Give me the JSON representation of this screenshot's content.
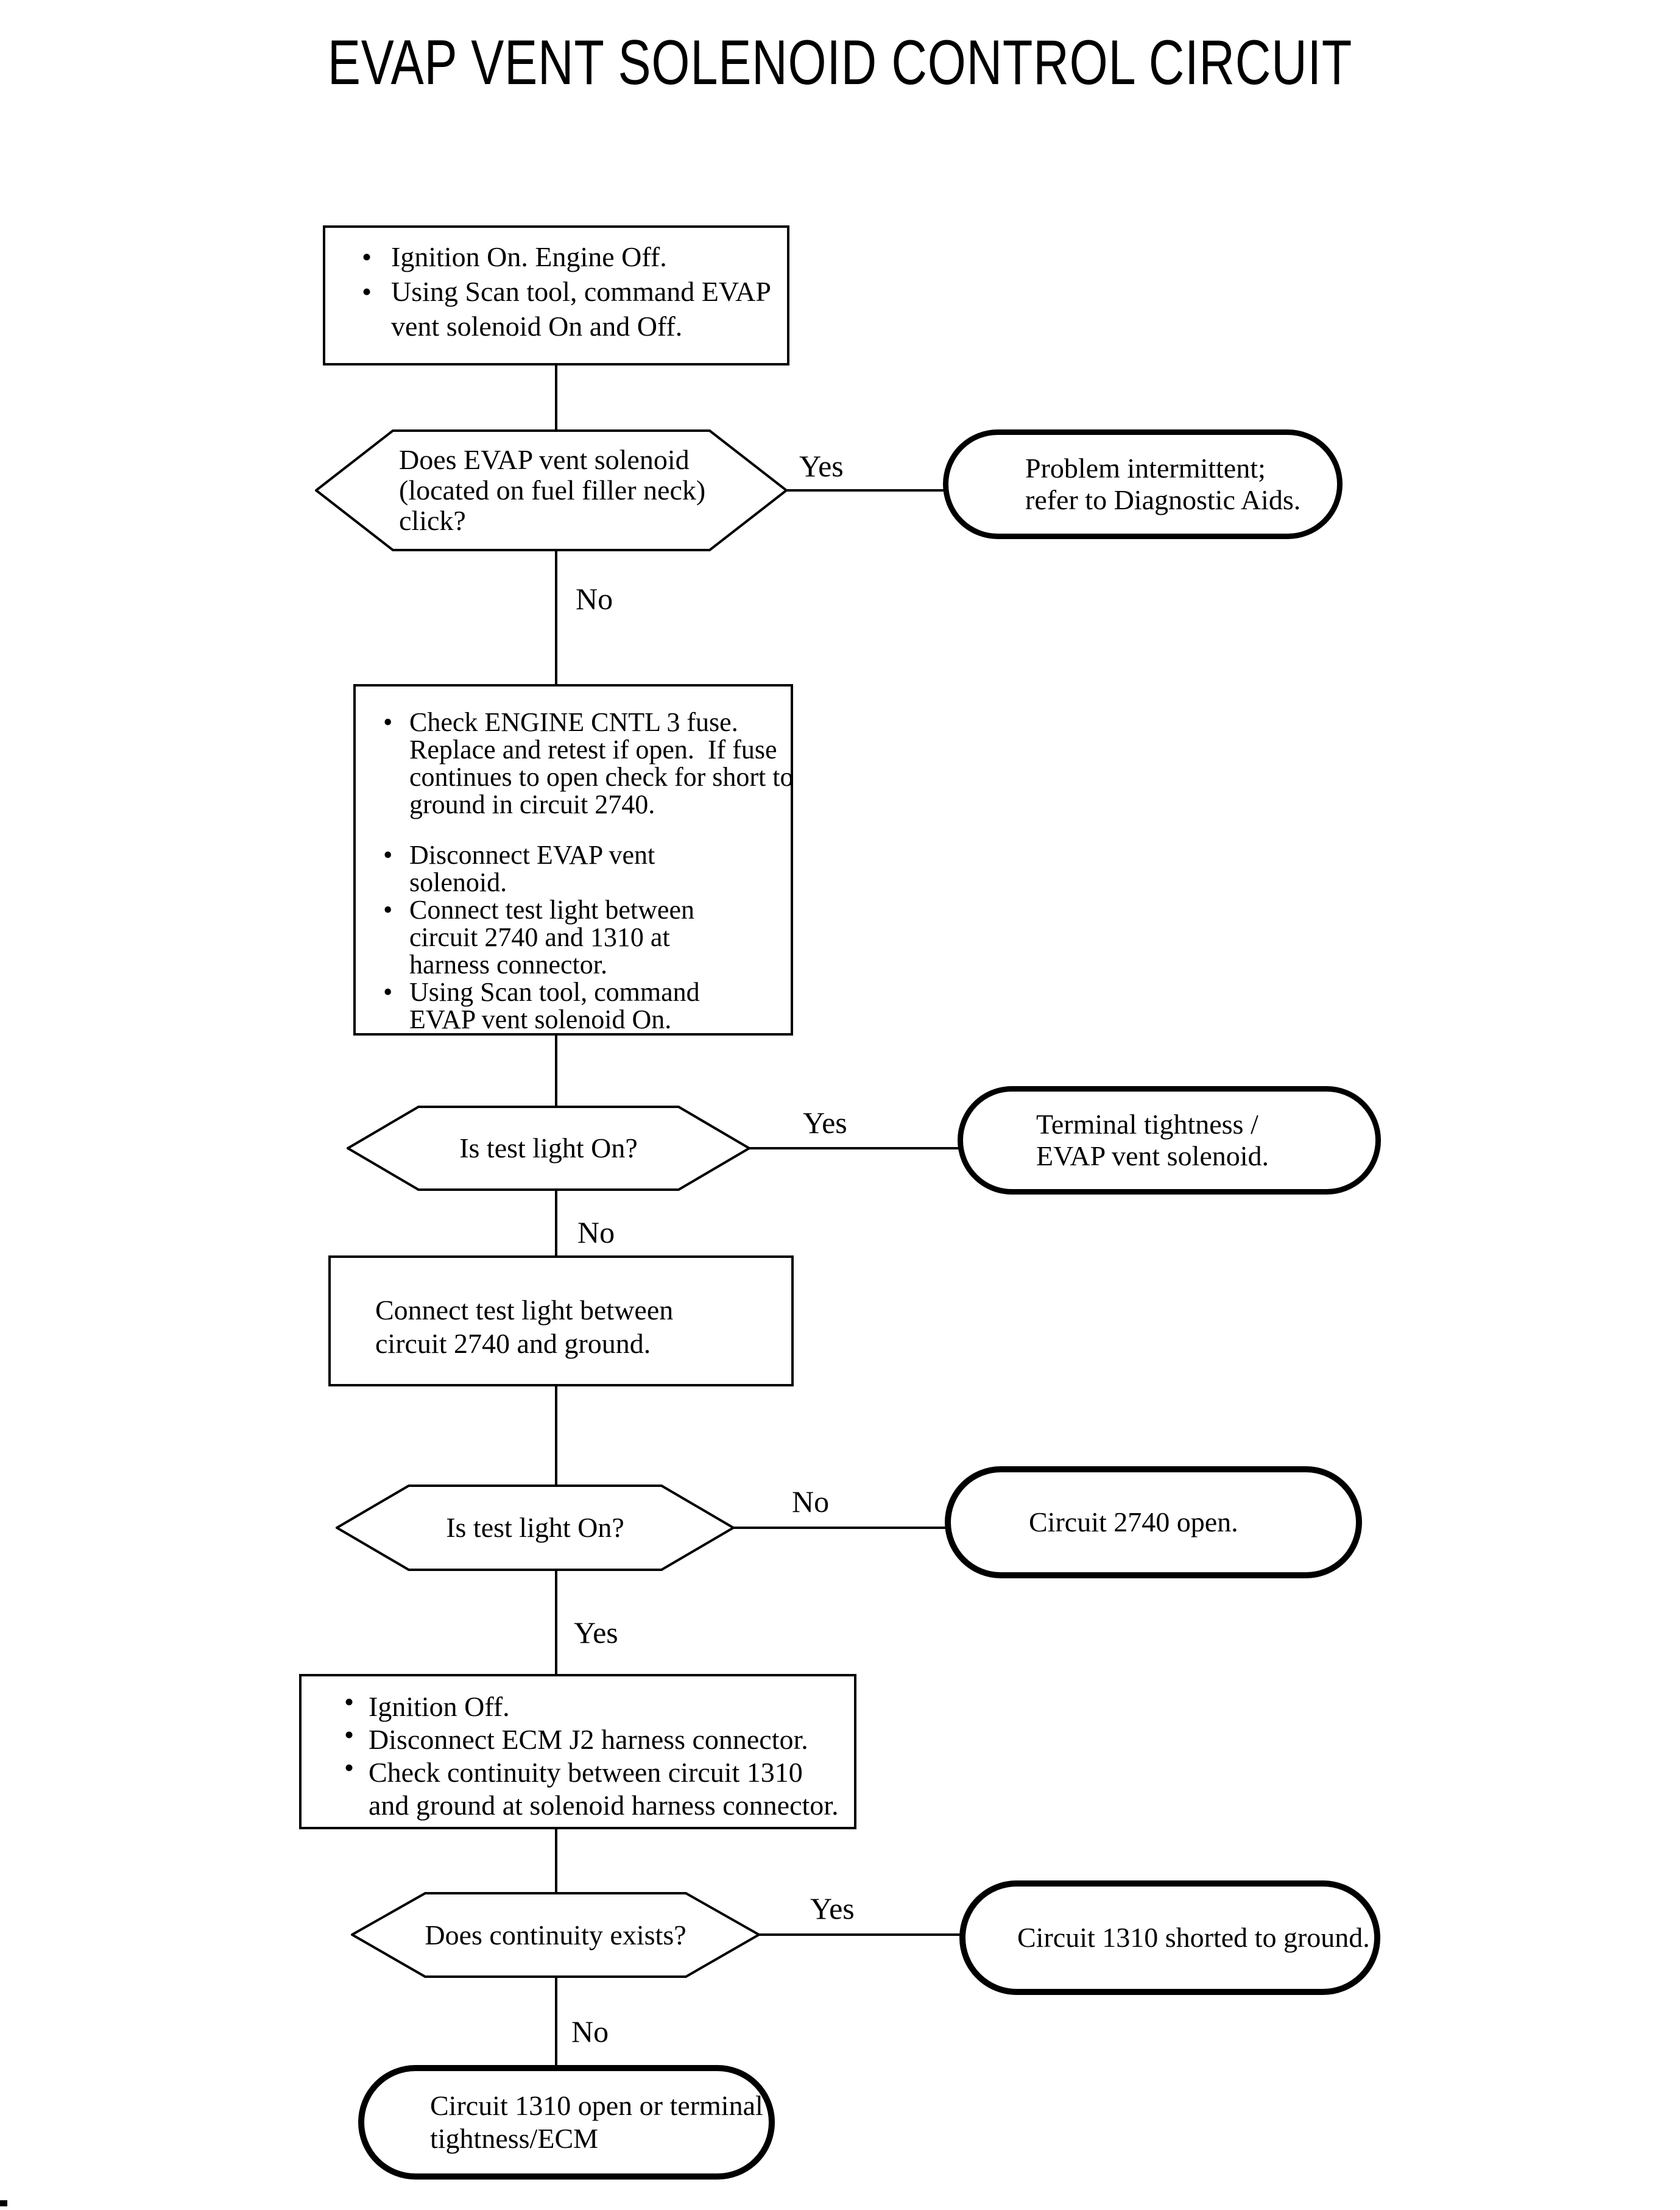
{
  "title": "EVAP VENT SOLENOID CONTROL CIRCUIT",
  "nodes": {
    "start": {
      "lines": [
        {
          "bullet": "•",
          "text": "Ignition On. Engine Off."
        },
        {
          "bullet": "•",
          "text": "Using Scan tool, command EVAP"
        },
        {
          "bullet": "",
          "text": "vent solenoid On and Off."
        }
      ]
    },
    "decision_click": {
      "line1": "Does EVAP vent solenoid",
      "line2": "(located on fuel filler neck)",
      "line3": "click?",
      "yes": "Yes",
      "no": "No"
    },
    "terminal_intermittent": {
      "line1": "Problem intermittent;",
      "line2": "refer to Diagnostic Aids."
    },
    "action_fuse": {
      "lines": [
        {
          "bullet": "•",
          "text": "Check ENGINE CNTL 3 fuse."
        },
        {
          "bullet": "",
          "text": "Replace and retest if open.  If fuse"
        },
        {
          "bullet": "",
          "text": "continues to open check for short to"
        },
        {
          "bullet": "",
          "text": "ground in circuit 2740."
        },
        {
          "bullet": "",
          "text": ""
        },
        {
          "bullet": "•",
          "text": "Disconnect EVAP vent"
        },
        {
          "bullet": "",
          "text": "solenoid."
        },
        {
          "bullet": "•",
          "text": "Connect test light between"
        },
        {
          "bullet": "",
          "text": "circuit 2740 and 1310 at"
        },
        {
          "bullet": "",
          "text": "harness connector."
        },
        {
          "bullet": "•",
          "text": "Using Scan tool, command"
        },
        {
          "bullet": "",
          "text": "EVAP vent solenoid On."
        }
      ]
    },
    "decision_testlight1": {
      "text": "Is test light On?",
      "yes": "Yes",
      "no": "No"
    },
    "terminal_tightness": {
      "line1": "Terminal tightness /",
      "line2": "EVAP vent solenoid."
    },
    "action_ground": {
      "line1": "Connect test light between",
      "line2": "circuit 2740 and ground."
    },
    "decision_testlight2": {
      "text": "Is test light On?",
      "no": "No",
      "yes": "Yes"
    },
    "terminal_2740_open": {
      "text": "Circuit 2740 open."
    },
    "action_continuity": {
      "lines": [
        {
          "bullet": "•",
          "text": "Ignition Off."
        },
        {
          "bullet": "•",
          "text": "Disconnect ECM J2 harness connector."
        },
        {
          "bullet": "•",
          "text": "Check continuity between circuit 1310"
        },
        {
          "bullet": "",
          "text": "and ground at solenoid harness connector."
        }
      ]
    },
    "decision_continuity": {
      "text": "Does continuity exists?",
      "yes": "Yes",
      "no": "No"
    },
    "terminal_1310_shorted": {
      "text": "Circuit 1310 shorted to ground."
    },
    "terminal_1310_open": {
      "line1": "Circuit 1310 open or terminal",
      "line2": "tightness/ECM"
    }
  }
}
